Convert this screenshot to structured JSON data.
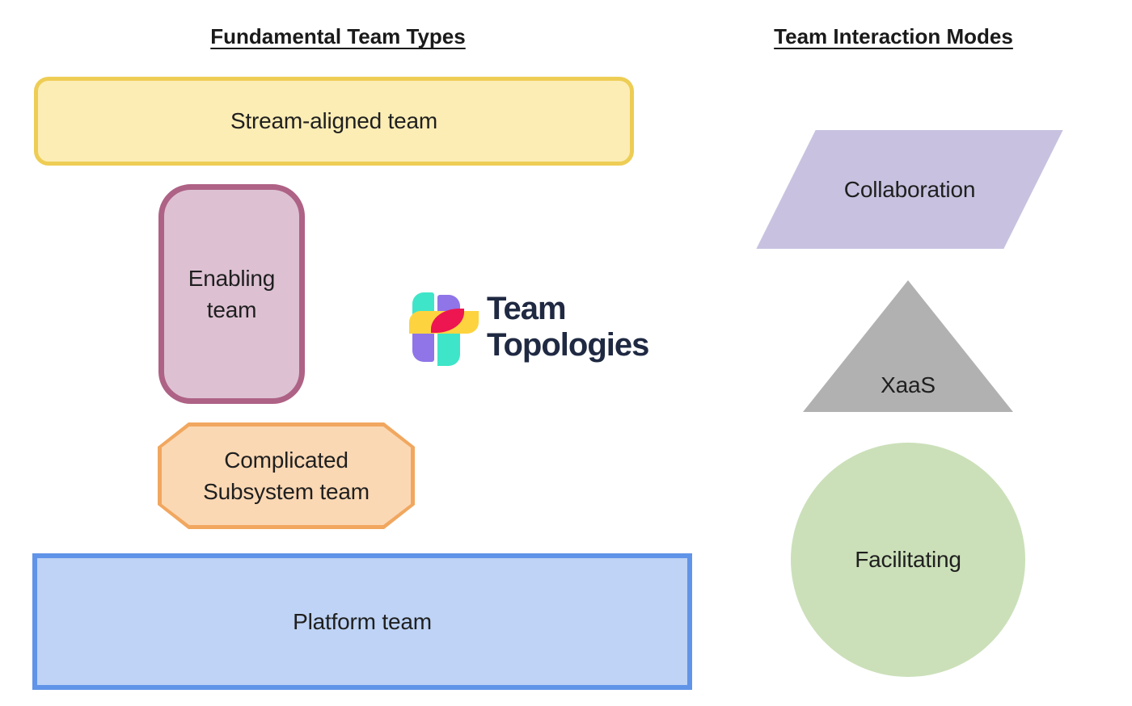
{
  "headings": {
    "left": "Fundamental Team Types",
    "right": "Team Interaction Modes"
  },
  "team_types": [
    {
      "id": "stream-aligned",
      "label": "Stream-aligned team",
      "shape": "rounded-rectangle",
      "fill": "#fcedb5",
      "border": "#eecd54"
    },
    {
      "id": "enabling",
      "label": "Enabling team",
      "shape": "tall-rounded-rectangle",
      "fill": "#ddc1d3",
      "border": "#ae6285"
    },
    {
      "id": "complicated-subsystem",
      "label": "Complicated Subsystem team",
      "shape": "octagon",
      "fill": "#fbd8b4",
      "border": "#f1a75f"
    },
    {
      "id": "platform",
      "label": "Platform team",
      "shape": "rectangle",
      "fill": "#bed3f5",
      "border": "#6094e8"
    }
  ],
  "interaction_modes": [
    {
      "id": "collaboration",
      "label": "Collaboration",
      "shape": "parallelogram",
      "fill": "#c8c2e0"
    },
    {
      "id": "xaas",
      "label": "XaaS",
      "shape": "triangle",
      "fill": "#b1b1b1"
    },
    {
      "id": "facilitating",
      "label": "Facilitating",
      "shape": "circle",
      "fill": "#cbe0b9"
    }
  ],
  "logo": {
    "word1": "Team",
    "word2": "Topologies",
    "colors": {
      "navy": "#1f2942",
      "teal": "#3fe5c8",
      "purple": "#8f75e8",
      "yellow": "#fdd440",
      "red": "#ed1651"
    }
  }
}
